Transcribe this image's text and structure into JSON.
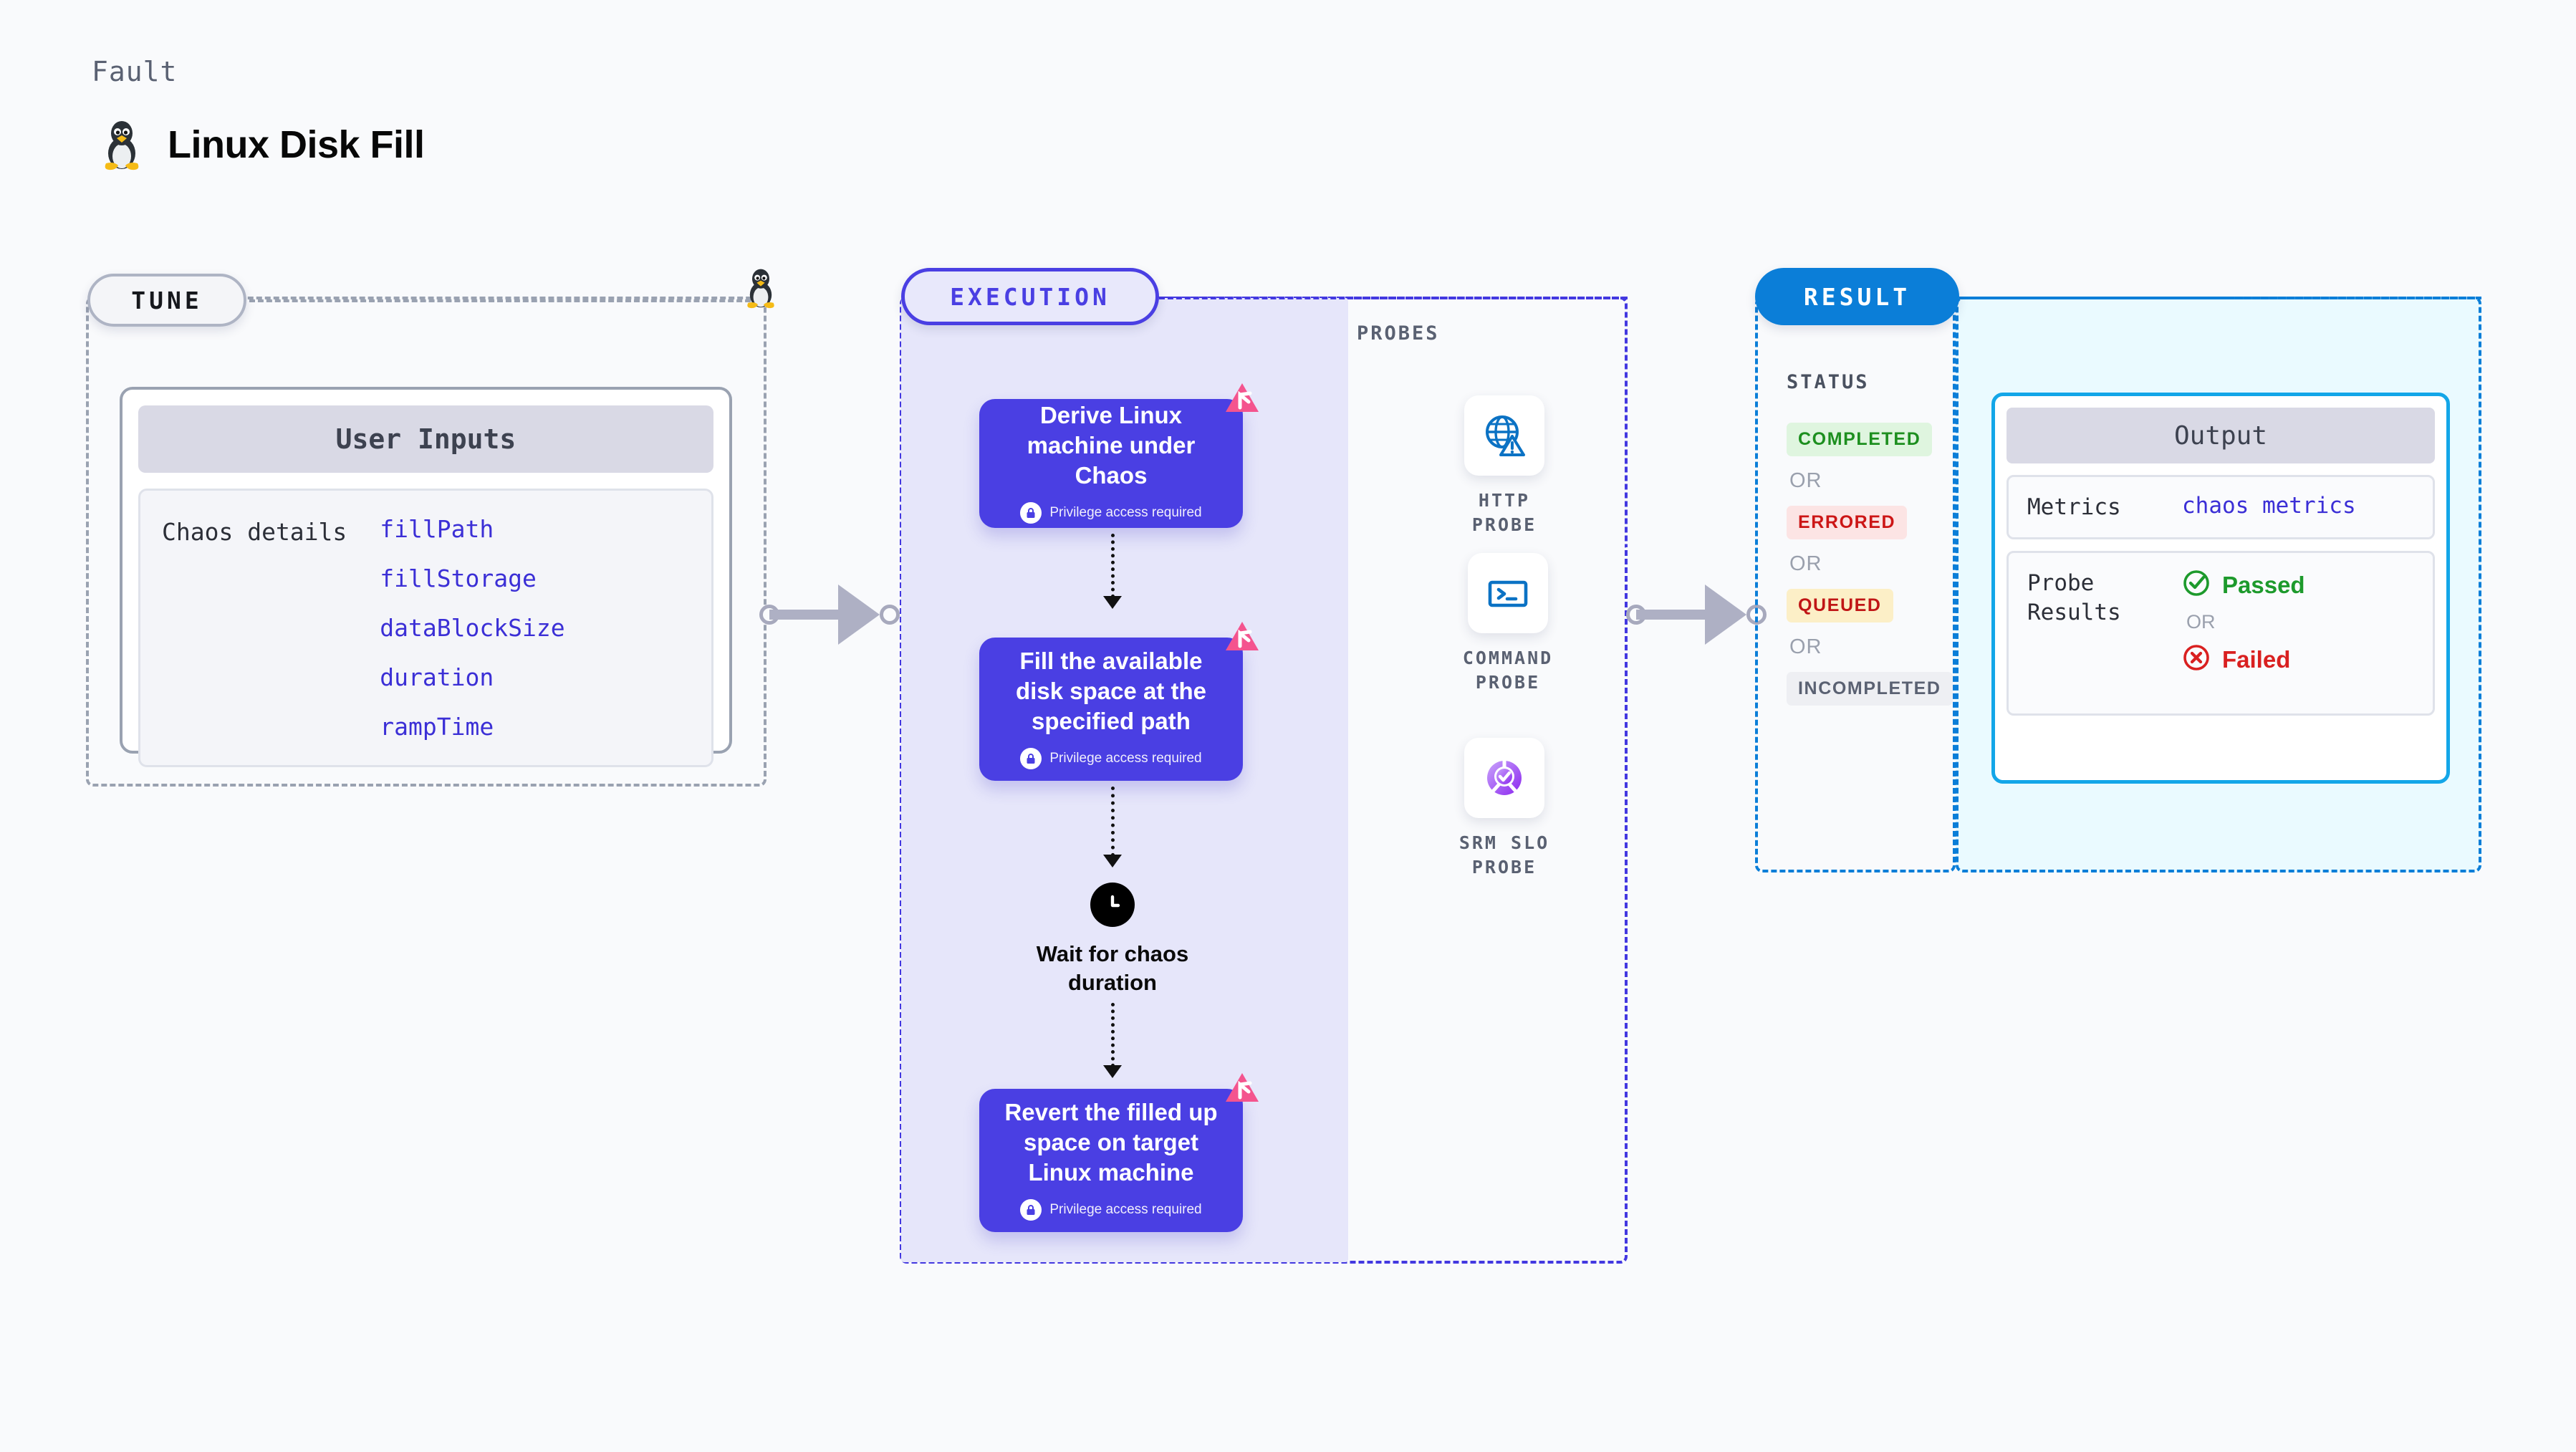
{
  "header": {
    "kicker": "Fault",
    "title": "Linux Disk Fill",
    "icon": "linux-penguin-icon"
  },
  "tune": {
    "pill_label": "TUNE",
    "card_title": "User Inputs",
    "params_label": "Chaos details",
    "params": [
      "fillPath",
      "fillStorage",
      "dataBlockSize",
      "duration",
      "rampTime"
    ]
  },
  "execution": {
    "pill_label": "EXECUTION",
    "privilege_note": "Privilege access required",
    "nodes": [
      {
        "title": "Derive Linux machine under Chaos",
        "privileged": true,
        "badge": "litmus-logo-icon"
      },
      {
        "title": "Fill the available disk space at the specified path",
        "privileged": true,
        "badge": "litmus-logo-icon"
      },
      {
        "title": "Revert the filled up space on target Linux machine",
        "privileged": true,
        "badge": "litmus-logo-icon"
      }
    ],
    "wait_step": {
      "icon": "clock-icon",
      "label": "Wait for chaos duration"
    }
  },
  "probes": {
    "title": "PROBES",
    "items": [
      {
        "name": "HTTP PROBE",
        "icon": "globe-warning-icon"
      },
      {
        "name": "COMMAND PROBE",
        "icon": "terminal-icon"
      },
      {
        "name": "SRM SLO PROBE",
        "icon": "slo-check-icon"
      }
    ]
  },
  "result": {
    "pill_label": "RESULT",
    "status_title": "STATUS",
    "or_label": "OR",
    "statuses": [
      {
        "label": "COMPLETED",
        "bg": "#dff5df",
        "fg": "#1d8f1f"
      },
      {
        "label": "ERRORED",
        "bg": "#fce4e4",
        "fg": "#cc1616"
      },
      {
        "label": "QUEUED",
        "bg": "#fcefc7",
        "fg": "#c01616"
      },
      {
        "label": "INCOMPLETED",
        "bg": "#eeeff3",
        "fg": "#5a6172"
      }
    ]
  },
  "output": {
    "title": "Output",
    "metrics_key": "Metrics",
    "metrics_value": "chaos metrics",
    "probe_results_key": "Probe\nResults",
    "passed_label": "Passed",
    "failed_label": "Failed",
    "or_label": "OR"
  },
  "colors": {
    "indigo": "#4a3fe3",
    "blue": "#0b7ed8",
    "cyan": "#13a6e8",
    "pink": "#f4548e",
    "gray_dash": "#9aa2b1",
    "lavender_fill": "#e6e6fa",
    "page_bg": "#f9fafc"
  }
}
